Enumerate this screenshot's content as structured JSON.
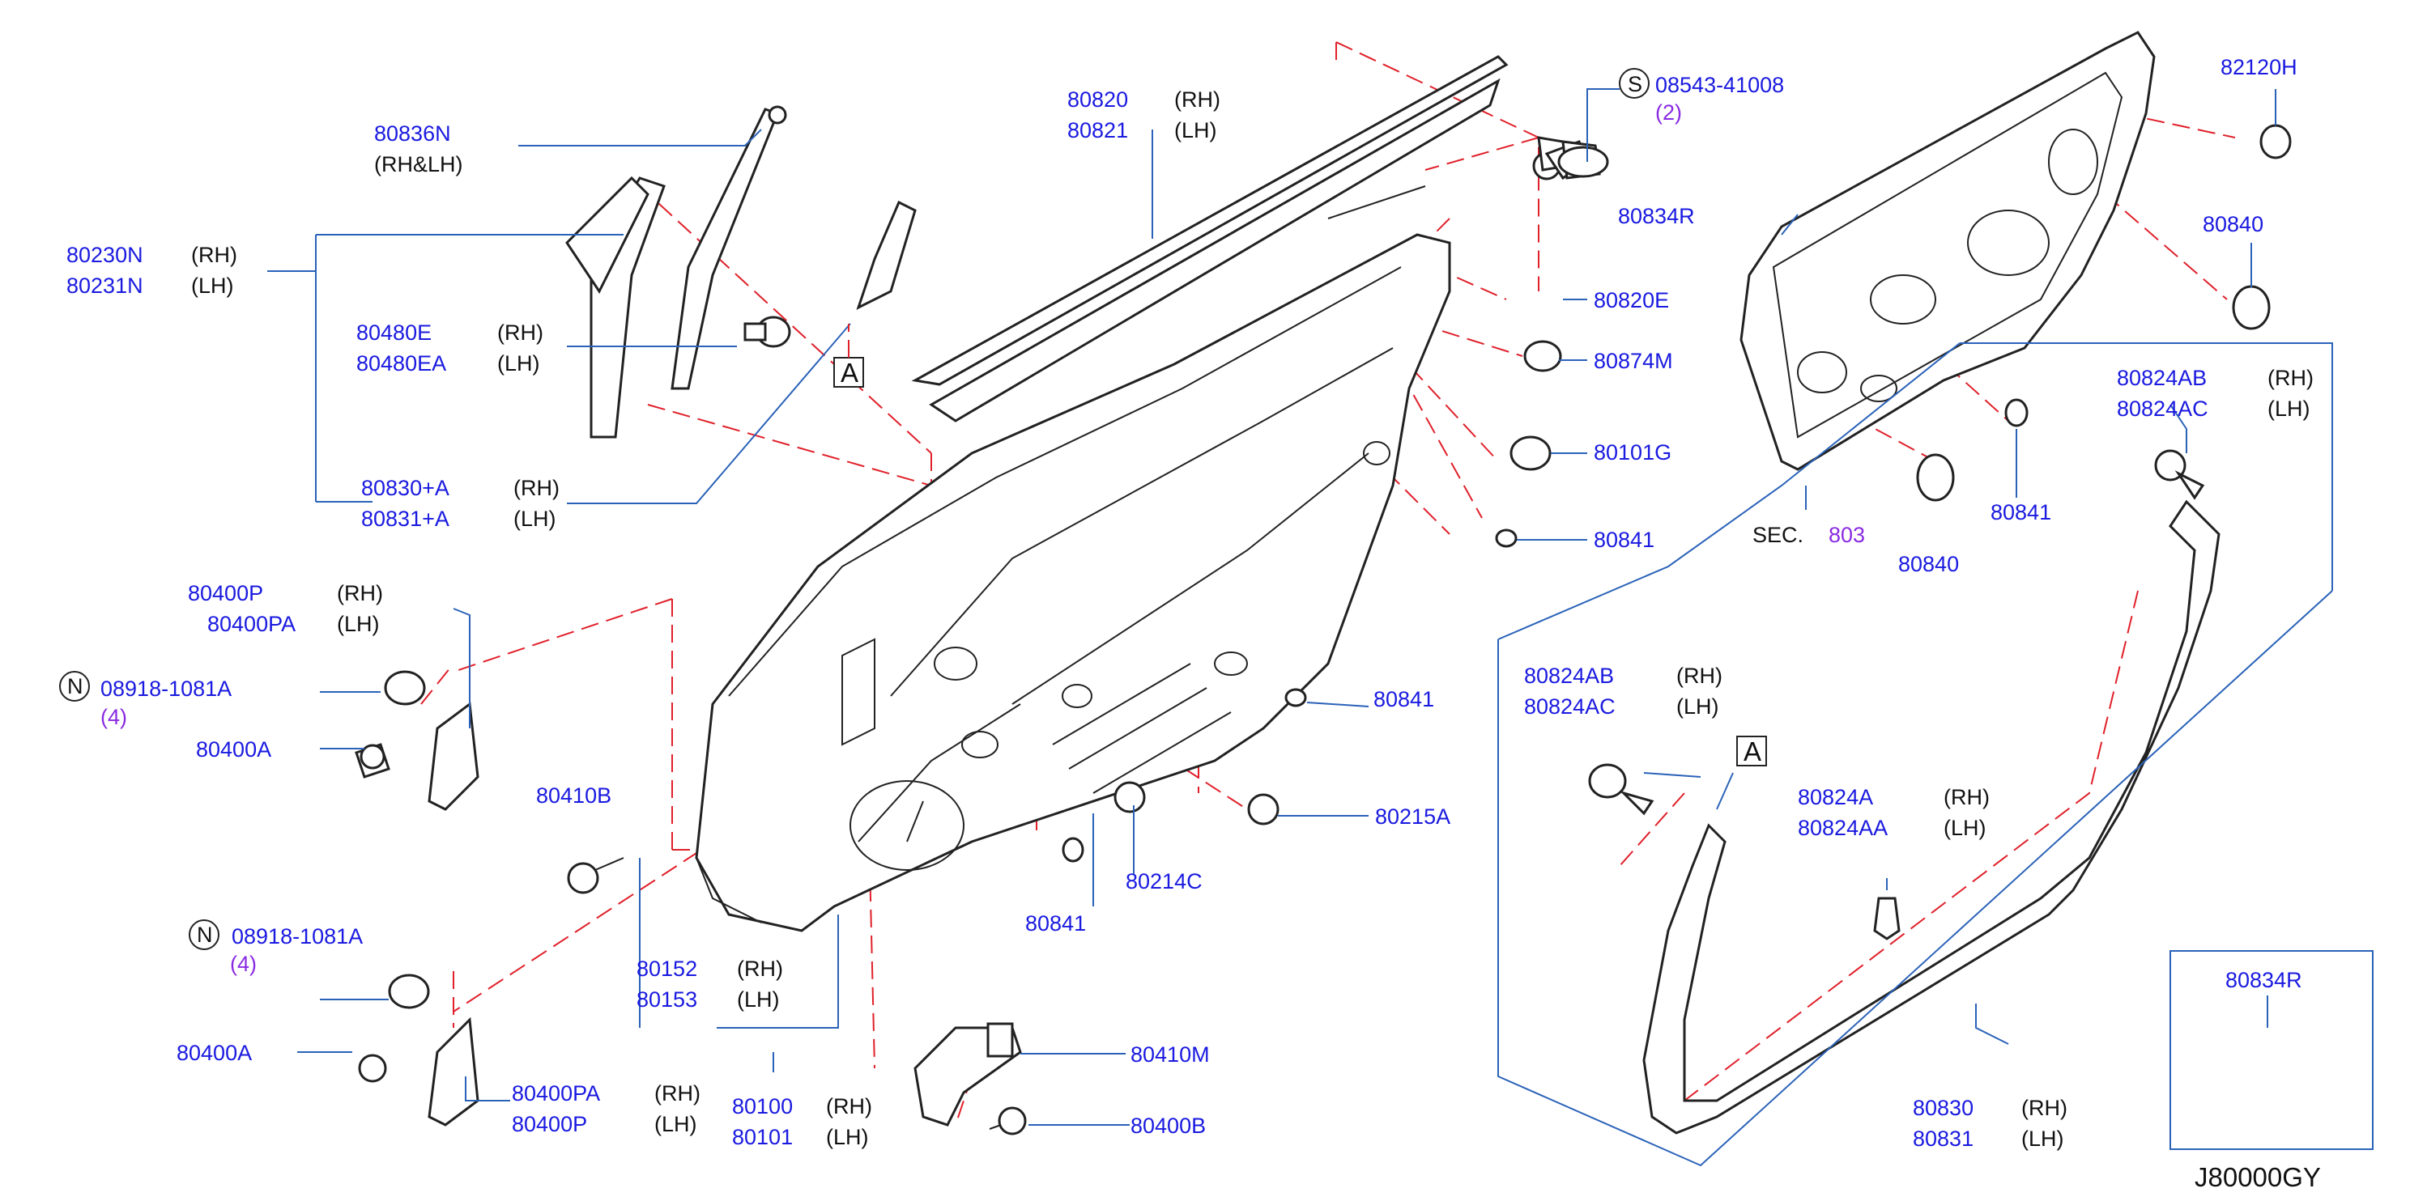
{
  "diagram_code": "J80000GY",
  "labels": {
    "p80836N": "80836N",
    "p80836N_side": "(RH&LH)",
    "p80230N": "80230N",
    "p80230N_side": "(RH)",
    "p80231N": "80231N",
    "p80231N_side": "(LH)",
    "p80480E": "80480E",
    "p80480E_side": "(RH)",
    "p80480EA": "80480EA",
    "p80480EA_side": "(LH)",
    "p80830A": "80830+A",
    "p80830A_side": "(RH)",
    "p80831A": "80831+A",
    "p80831A_side": "(LH)",
    "p80400P_top": "80400P",
    "p80400P_top_side": "(RH)",
    "p80400PA_top": "80400PA",
    "p80400PA_top_side": "(LH)",
    "circle_n": "N",
    "p08918_a": "08918-1081A",
    "q08918_a": "(4)",
    "p80400A_a": "80400A",
    "p80410B": "80410B",
    "p08918_b": "08918-1081A",
    "q08918_b": "(4)",
    "p80400A_b": "80400A",
    "p80400PA": "80400PA",
    "p80400PA_side": "(RH)",
    "p80400P": "80400P",
    "p80400P_side": "(LH)",
    "p80152": "80152",
    "p80152_side": "(RH)",
    "p80153": "80153",
    "p80153_side": "(LH)",
    "p80100": "80100",
    "p80100_side": "(RH)",
    "p80101": "80101",
    "p80101_side": "(LH)",
    "p80410M": "80410M",
    "p80400B": "80400B",
    "p80841_a": "80841",
    "p80214C": "80214C",
    "p80215A": "80215A",
    "p80841_b": "80841",
    "p80820": "80820",
    "p80820_side": "(RH)",
    "p80821": "80821",
    "p80821_side": "(LH)",
    "circle_s": "S",
    "p08543": "08543-41008",
    "q08543": "(2)",
    "p80820E": "80820E",
    "p80874M": "80874M",
    "p80101G": "80101G",
    "p80841_c": "80841",
    "p80834R": "80834R",
    "p82120H": "82120H",
    "p80840_a": "80840",
    "sec_label": "SEC.",
    "sec_num": "803",
    "p80840_b": "80840",
    "p80841_d": "80841",
    "p80824AB": "80824AB",
    "p80824AB_side": "(RH)",
    "p80824AC": "80824AC",
    "p80824AC_side": "(LH)",
    "p80824AB_2": "80824AB",
    "p80824AB_2_side": "(RH)",
    "p80824AC_2": "80824AC",
    "p80824AC_2_side": "(LH)",
    "p80824A": "80824A",
    "p80824A_side": "(RH)",
    "p80824AA": "80824AA",
    "p80824AA_side": "(LH)",
    "p80830": "80830",
    "p80830_side": "(RH)",
    "p80831": "80831",
    "p80831_side": "(LH)",
    "p80834R_box": "80834R",
    "ref_a": "A"
  }
}
